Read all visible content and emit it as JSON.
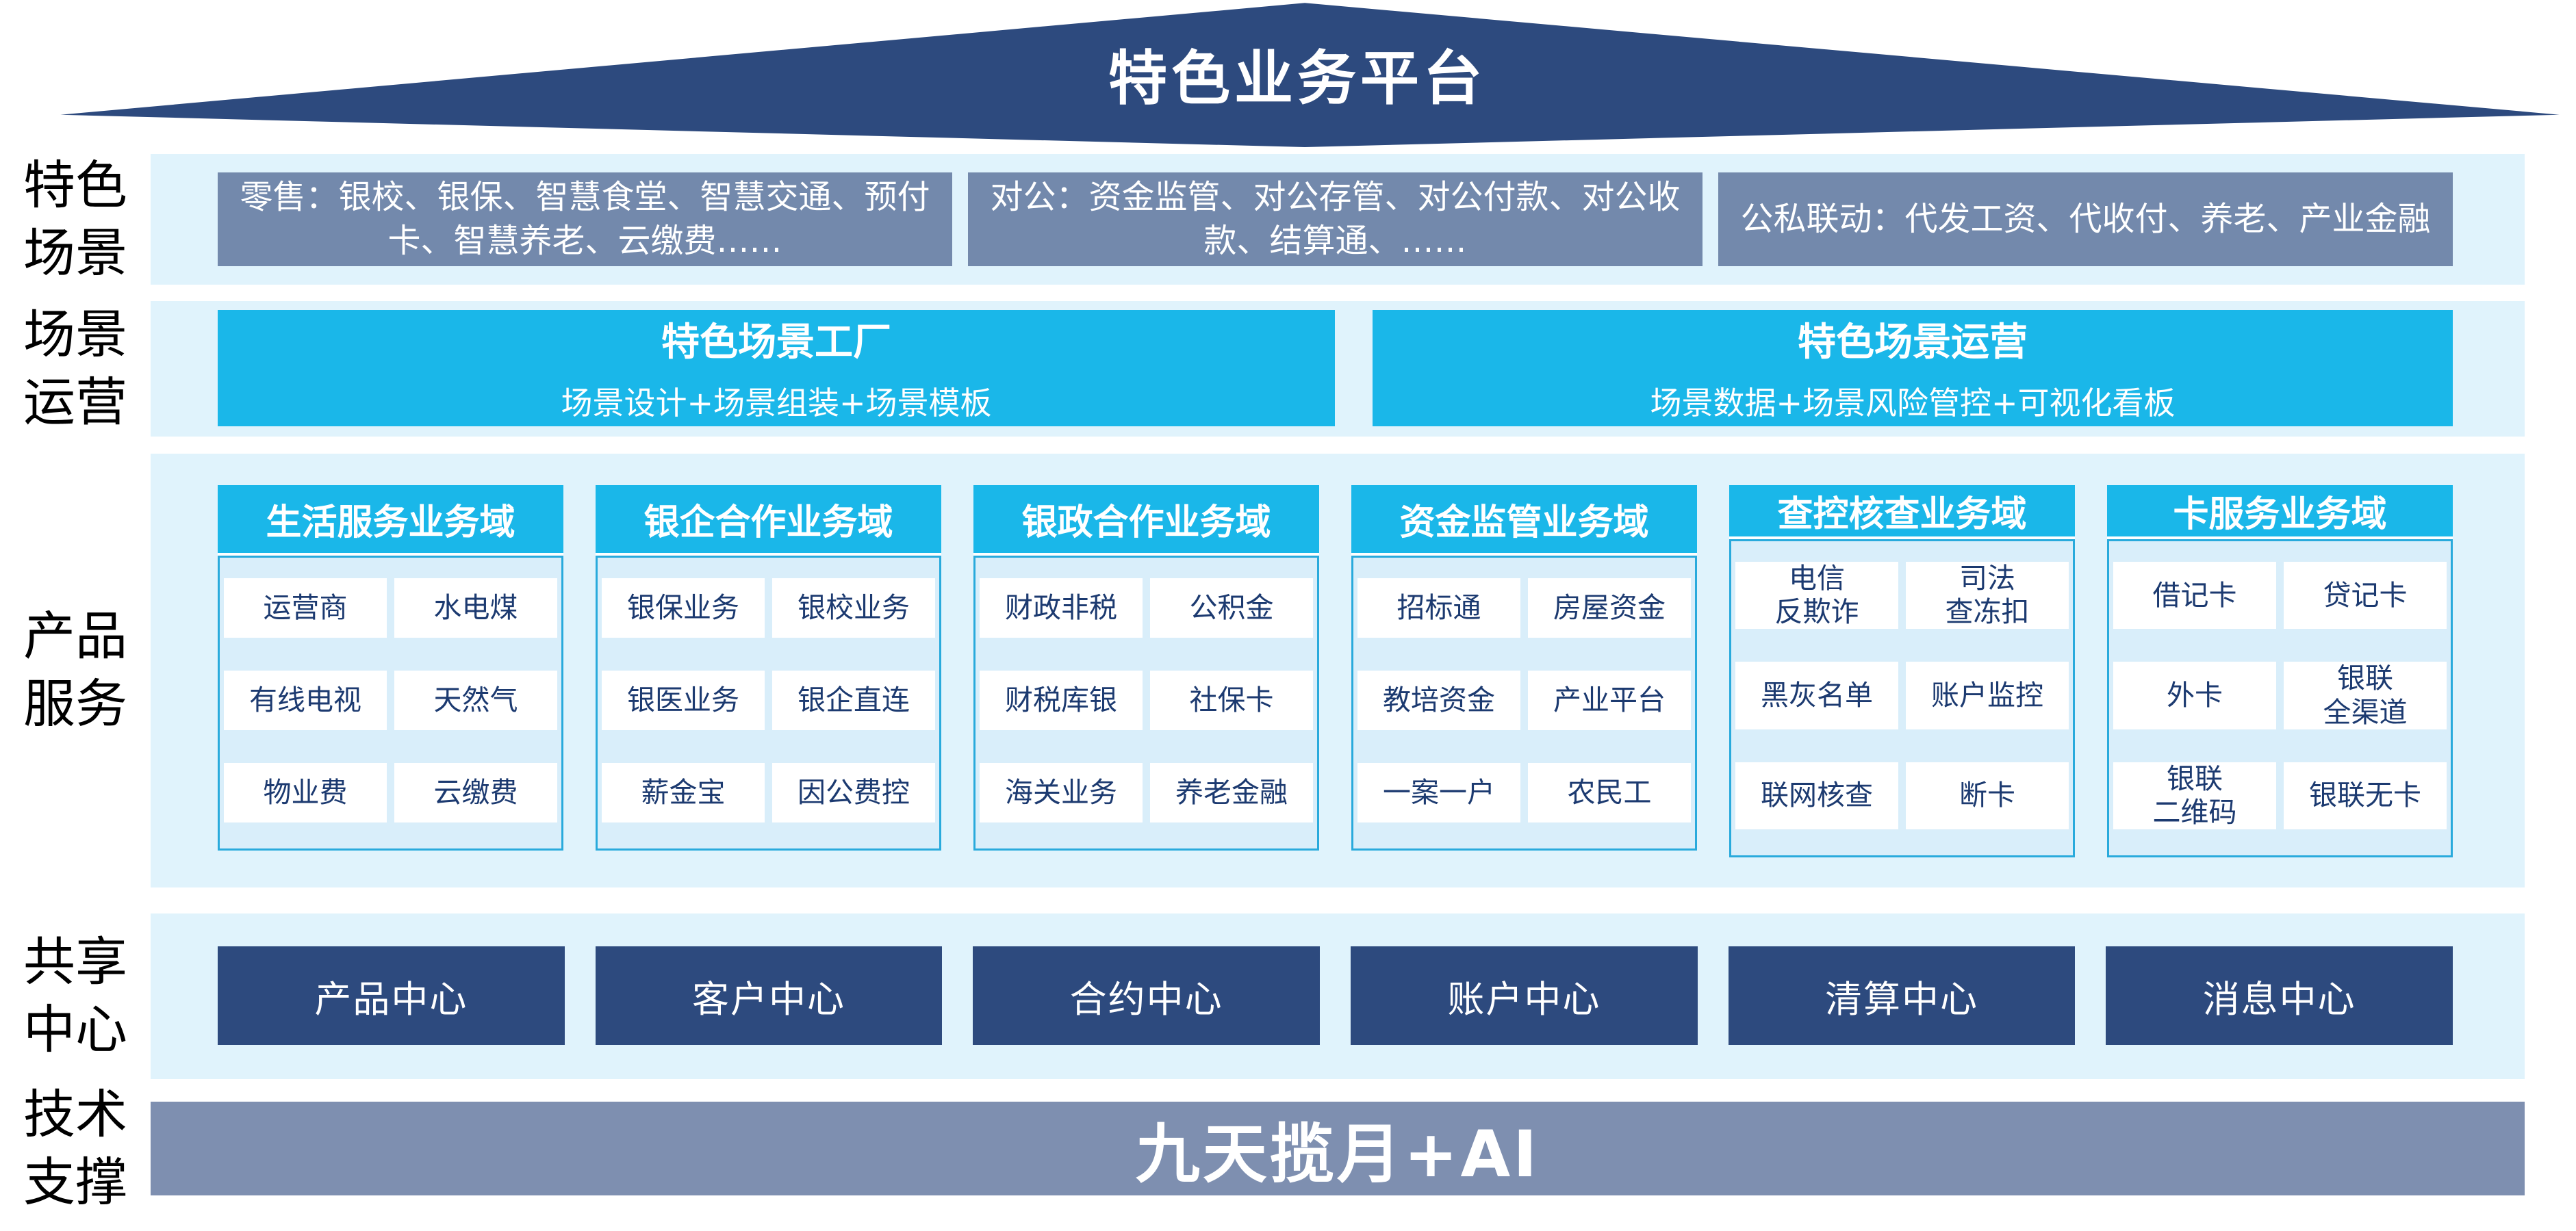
{
  "roof": {
    "title": "特色业务平台"
  },
  "side_labels": {
    "scenarios": "特色\n场景",
    "operations": "场景\n运营",
    "products": "产品\n服务",
    "shared": "共享\n中心",
    "tech": "技术\n支撑"
  },
  "scenario_boxes": {
    "retail": "零售：银校、银保、智慧食堂、智慧交通、预付卡、智慧养老、云缴费……",
    "corporate": "对公：资金监管、对公存管、对公付款、对公收款、结算通、……",
    "linkage": "公私联动：代发工资、代收付、养老、产业金融"
  },
  "operation_boxes": {
    "factory": {
      "title": "特色场景工厂",
      "subtitle": "场景设计+场景组装+场景模板"
    },
    "operation": {
      "title": "特色场景运营",
      "subtitle": "场景数据+场景风险管控+可视化看板"
    }
  },
  "product_domains": [
    {
      "title": "生活服务业务域",
      "items": [
        "运营商",
        "水电煤",
        "有线电视",
        "天然气",
        "物业费",
        "云缴费"
      ]
    },
    {
      "title": "银企合作业务域",
      "items": [
        "银保业务",
        "银校业务",
        "银医业务",
        "银企直连",
        "薪金宝",
        "因公费控"
      ]
    },
    {
      "title": "银政合作业务域",
      "items": [
        "财政非税",
        "公积金",
        "财税库银",
        "社保卡",
        "海关业务",
        "养老金融"
      ]
    },
    {
      "title": "资金监管业务域",
      "items": [
        "招标通",
        "房屋资金",
        "教培资金",
        "产业平台",
        "一案一户",
        "农民工"
      ]
    },
    {
      "title": "查控核查业务域",
      "items": [
        "电信\n反欺诈",
        "司法\n查冻扣",
        "黑灰名单",
        "账户监控",
        "联网核查",
        "断卡"
      ]
    },
    {
      "title": "卡服务业务域",
      "items": [
        "借记卡",
        "贷记卡",
        "外卡",
        "银联\n全渠道",
        "银联\n二维码",
        "银联无卡"
      ]
    }
  ],
  "shared_centers": [
    "产品中心",
    "客户中心",
    "合约中心",
    "账户中心",
    "清算中心",
    "消息中心"
  ],
  "tech_support": "九天揽月+AI",
  "colors": {
    "navy": "#2d4a7e",
    "slate": "#7389ac",
    "bar_slate": "#7e8fb0",
    "band": "#e0f3fc",
    "cyan": "#1ab7e9",
    "panel": "#d9eefa",
    "panel_border": "#29aadc",
    "cell_text": "#1c3a70"
  }
}
